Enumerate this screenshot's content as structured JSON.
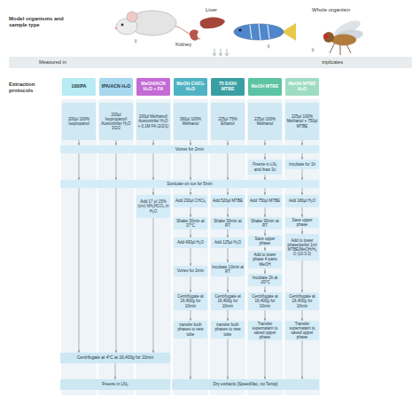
{
  "diagram": {
    "nodes": [
      {
        "text": [
          "Measured in",
          "triplicates"
        ]
      },
      {
        "text": [
          "100IPA"
        ]
      },
      {
        "text": [
          "IPA/ACN H₂O"
        ]
      },
      {
        "text": [
          "MeOH/ACN H₂O + FA"
        ]
      },
      {
        "text": [
          "MeOH CHCl₃ H₂O"
        ]
      },
      {
        "text": [
          "75 EtOH MTBE"
        ]
      },
      {
        "text": [
          "MeOH MTBE"
        ]
      },
      {
        "text": [
          "MeOH MTBE H₂O"
        ]
      },
      {
        "text": [
          "200µl 100% Isopropanol"
        ]
      },
      {
        "text": [
          "200µl Isopropanol/ Acetonitrile/ H₂O 3/2/2"
        ]
      },
      {
        "text": [
          "200µl Methanol/ Acetonitrile/ H₂O + 0.1M FA (2/2/1)"
        ]
      },
      {
        "text": [
          "360µl 100% Methanol"
        ]
      },
      {
        "text": [
          "225µl 75% Ethanol"
        ]
      },
      {
        "text": [
          "225µl 100% Methanol"
        ]
      },
      {
        "text": [
          "225µl 100% Methanol + 750µl MTBE"
        ]
      },
      {
        "text": [
          "Vortex for 2min"
        ]
      },
      {
        "text": [
          "Freeze in LN₂ and thaw 3x"
        ]
      },
      {
        "text": [
          "Incubate for 1h"
        ]
      },
      {
        "text": [
          "Sonicate on ice for 5min"
        ]
      },
      {
        "text": [
          "Add 17 µl 15% (v/v) NH₄HCO₃ in H₂O"
        ]
      },
      {
        "text": [
          "Add 230µl CHCl₃"
        ]
      },
      {
        "text": [
          "Add 520µl MTBE"
        ]
      },
      {
        "text": [
          "Add 750µl MTBE"
        ]
      },
      {
        "text": [
          "Add 180µl H₂O"
        ]
      },
      {
        "text": [
          "Shake 30min at 37°C"
        ]
      },
      {
        "text": [
          "Add 400µl H₂O"
        ]
      },
      {
        "text": [
          "Vortex for 2min"
        ]
      },
      {
        "text": [
          "Centrifugate at 16,400g for 10min"
        ]
      },
      {
        "text": [
          "transfer both phases to new tube"
        ]
      },
      {
        "text": [
          "Shake 30min at RT"
        ]
      },
      {
        "text": [
          "Add 125µl H₂O"
        ]
      },
      {
        "text": [
          "Incubate 10min at RT"
        ]
      },
      {
        "text": [
          "Centrifugate at 16,400g for 10min"
        ]
      },
      {
        "text": [
          "transfer both phases to new tube"
        ]
      },
      {
        "text": [
          "Shake 30min at RT"
        ]
      },
      {
        "text": [
          "Save upper phase"
        ]
      },
      {
        "text": [
          "Add to lower phase 4 parts MeOH"
        ]
      },
      {
        "text": [
          "Incubate 2h at -20°C"
        ]
      },
      {
        "text": [
          "Centrifugate at 16,400g for 10min"
        ]
      },
      {
        "text": [
          "Transfer supernatant to saved upper phase"
        ]
      },
      {
        "text": [
          "Save upper phase"
        ]
      },
      {
        "text": [
          "Add to lower phase/pellet 1ml MTBE/MeOH/H₂O (10:3:3)"
        ]
      },
      {
        "text": [
          "Centrifugate at 16,400g for 10min"
        ]
      },
      {
        "text": [
          "Transfer supernatant to saved upper phase"
        ]
      },
      {
        "text": [
          "Centrifugate at 4°C at 16,400g for 10min"
        ]
      },
      {
        "text": [
          "Freeze in LN₂"
        ]
      },
      {
        "text": [
          "Dry extracts (SpeedVac, no Temp)"
        ]
      }
    ],
    "edges": [
      {
        "from": 8,
        "to": 15,
        "arrow": "to"
      },
      {
        "from": 9,
        "to": 15,
        "arrow": "to"
      },
      {
        "from": 10,
        "to": 15,
        "arrow": "to"
      },
      {
        "from": 11,
        "to": 15,
        "arrow": "to"
      },
      {
        "from": 12,
        "to": 15,
        "arrow": "to"
      },
      {
        "from": 13,
        "to": 15,
        "arrow": "to"
      },
      {
        "from": 14,
        "to": 15,
        "arrow": "to"
      },
      {
        "from": 15,
        "to": 18,
        "arrow": "to"
      },
      {
        "from": 15,
        "to": 18,
        "arrow": "to"
      },
      {
        "from": 15,
        "to": 18,
        "arrow": "to"
      },
      {
        "from": 15,
        "to": 18,
        "arrow": "to"
      },
      {
        "from": 15,
        "to": 18,
        "arrow": "to"
      },
      {
        "from": 15,
        "to": 16,
        "arrow": "to"
      },
      {
        "from": 16,
        "to": 18,
        "arrow": "to"
      },
      {
        "from": 15,
        "to": 17,
        "arrow": "to"
      },
      {
        "from": 17,
        "to": 18,
        "arrow": "to"
      },
      {
        "from": 18,
        "to": 44,
        "arrow": "to"
      },
      {
        "from": 18,
        "to": 44,
        "arrow": "to"
      },
      {
        "from": 18,
        "to": 19,
        "arrow": "to"
      },
      {
        "from": 19,
        "to": 44,
        "arrow": "to"
      },
      {
        "from": 18,
        "to": 20,
        "arrow": "to"
      },
      {
        "from": 20,
        "to": 24,
        "arrow": "to"
      },
      {
        "from": 24,
        "to": 25,
        "arrow": "to"
      },
      {
        "from": 25,
        "to": 26,
        "arrow": "to"
      },
      {
        "from": 26,
        "to": 27,
        "arrow": "to"
      },
      {
        "from": 27,
        "to": 28,
        "arrow": "to"
      },
      {
        "from": 28,
        "to": 46,
        "arrow": "to"
      },
      {
        "from": 18,
        "to": 21,
        "arrow": "to"
      },
      {
        "from": 21,
        "to": 29,
        "arrow": "to"
      },
      {
        "from": 29,
        "to": 30,
        "arrow": "to"
      },
      {
        "from": 30,
        "to": 31,
        "arrow": "to"
      },
      {
        "from": 31,
        "to": 32,
        "arrow": "to"
      },
      {
        "from": 32,
        "to": 33,
        "arrow": "to"
      },
      {
        "from": 33,
        "to": 46,
        "arrow": "to"
      },
      {
        "from": 18,
        "to": 22,
        "arrow": "to"
      },
      {
        "from": 22,
        "to": 34,
        "arrow": "to"
      },
      {
        "from": 34,
        "to": 35,
        "arrow": "to"
      },
      {
        "from": 35,
        "to": 36,
        "arrow": "to"
      },
      {
        "from": 36,
        "to": 37,
        "arrow": "to"
      },
      {
        "from": 37,
        "to": 38,
        "arrow": "to"
      },
      {
        "from": 38,
        "to": 39,
        "arrow": "to"
      },
      {
        "from": 39,
        "to": 46,
        "arrow": "to"
      },
      {
        "from": 18,
        "to": 23,
        "arrow": "to"
      },
      {
        "from": 23,
        "to": 40,
        "arrow": "to"
      },
      {
        "from": 40,
        "to": 41,
        "arrow": "to"
      },
      {
        "from": 41,
        "to": 42,
        "arrow": "to"
      },
      {
        "from": 42,
        "to": 43,
        "arrow": "to"
      },
      {
        "from": 43,
        "to": 46,
        "arrow": "to"
      },
      {
        "from": 44,
        "to": 45,
        "arrow": "to"
      }
    ],
    "labels": [
      "Model organisms and sample type",
      "Liver",
      "Kidney",
      "Whole organism",
      "♀",
      "♀",
      "♀",
      "Extraction protocols"
    ]
  }
}
